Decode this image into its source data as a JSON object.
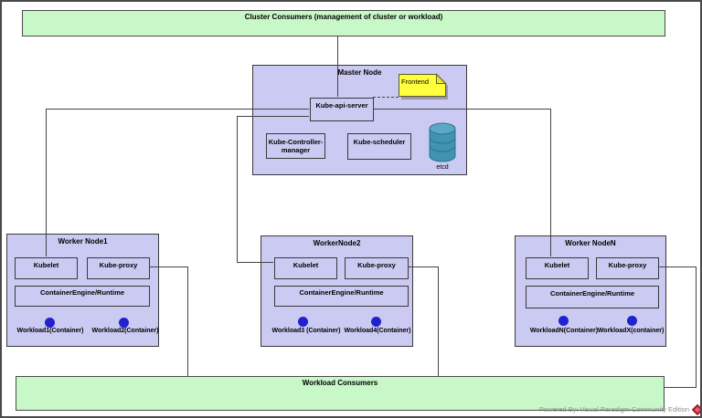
{
  "cluster_bar": {
    "label": "Cluster Consumers (management of cluster or workload)"
  },
  "workload_bar": {
    "label": "Workload Consumers"
  },
  "master_node": {
    "title": "Master Node",
    "api_server": "Kube-api-server",
    "controller_manager": "Kube-Controller-\nmanager",
    "scheduler": "Kube-scheduler",
    "etcd_label": "etcd",
    "note_label": "Frontend"
  },
  "worker_nodes": [
    {
      "title": "Worker Node1",
      "kubelet": "Kubelet",
      "kube_proxy": "Kube-proxy",
      "runtime": "ContainerEngine/Runtime",
      "workloads": [
        "Workload1(Container)",
        "Workload2(Container)"
      ]
    },
    {
      "title": "WorkerNode2",
      "kubelet": "Kubelet",
      "kube_proxy": "Kube-proxy",
      "runtime": "ContainerEngine/Runtime",
      "workloads": [
        "Workload3 (Container)",
        "Workload4(Container)"
      ]
    },
    {
      "title": "Worker NodeN",
      "kubelet": "Kubelet",
      "kube_proxy": "Kube-proxy",
      "runtime": "ContainerEngine/Runtime",
      "workloads": [
        "WorkloadN(Container)",
        "WorkloadX(container)"
      ]
    }
  ],
  "watermark": "Powered By: Visual Paradigm Community Edition",
  "colors": {
    "node_fill": "#cacaf2",
    "consumers_fill": "#c8f7c8",
    "note_fill": "#ffff3e",
    "workload_dot": "#2121cf",
    "etcd_teal": "#4093b1",
    "connector": "#444444",
    "watermark_text": "#8f8f8f",
    "logo_red": "#cf2030"
  }
}
